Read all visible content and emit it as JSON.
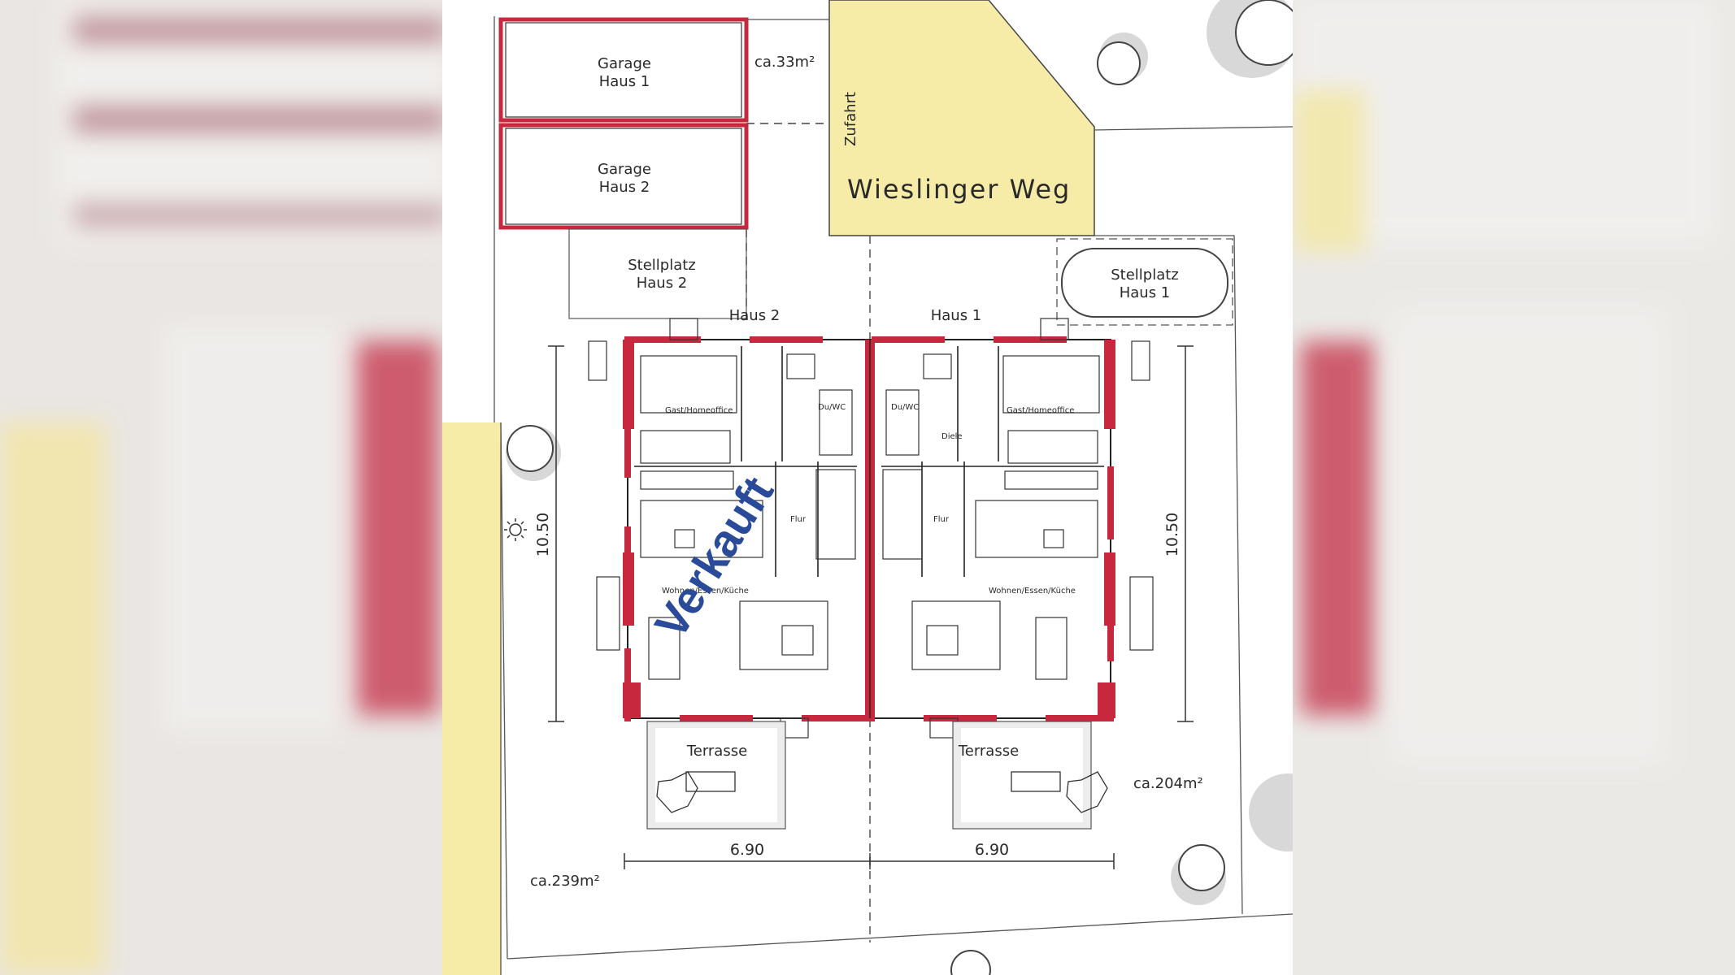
{
  "plan": {
    "garage_1": [
      "Garage",
      "Haus 1"
    ],
    "garage_2": [
      "Garage",
      "Haus 2"
    ],
    "garage_area": "ca.33m²",
    "driveway": "Zufahrt",
    "street": "Wieslinger Weg",
    "parking_2": [
      "Stellplatz",
      "Haus 2"
    ],
    "parking_1": [
      "Stellplatz",
      "Haus 1"
    ],
    "house_2": "Haus 2",
    "house_1": "Haus 1",
    "width_dim": "10.50",
    "depth_dim": "6.90",
    "room_guest": "Gast/Homeoffice",
    "room_bath": "Du/WC",
    "room_hall": "Flur",
    "room_entry": "Diele",
    "room_living": "Wohnen/Essen/Küche",
    "terrace": "Terrasse",
    "plot_area_2": "ca.239m²",
    "plot_area_1": "ca.204m²",
    "stamp": "Verkauft"
  },
  "colors": {
    "wall_red": "#c8283e",
    "street_yellow": "#f6eca8",
    "stamp_blue": "#2a4a9a"
  }
}
